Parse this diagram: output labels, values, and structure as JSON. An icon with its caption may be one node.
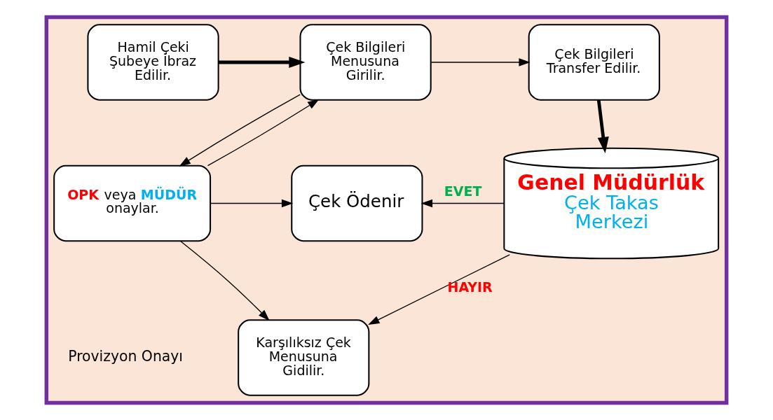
{
  "diagram": {
    "nodes": [
      {
        "text": [],
        "shape": "box"
      },
      {
        "text": [
          "Hamil Çeki Şubeye İbraz Edilir."
        ],
        "in": 0
      },
      {
        "text": [
          "Çek Bilgileri Menusuna Girilir."
        ],
        "in": 0
      },
      {
        "text": [
          "Çek Bilgileri Transfer Edilir."
        ],
        "in": 0
      },
      {
        "text": [
          "Çek Ödenir"
        ],
        "in": 0
      },
      {
        "text": [
          "**OPK** veya **MÜDÜR** onaylar."
        ],
        "in": 0
      },
      {
        "text": [
          "Karşılıksız Çek Menusuna Gidilir."
        ],
        "in": 0
      },
      {
        "text": [
          "Genel Müdürlük",
          "Çek Takas Merkezi"
        ],
        "in": 0
      }
    ],
    "edges": [
      {
        "from": 1,
        "to": 2,
        "arrow": "to",
        "style": "thick"
      },
      {
        "from": 2,
        "to": 3,
        "arrow": "to"
      },
      {
        "from": 2,
        "to": 5,
        "arrow": "to"
      },
      {
        "from": 5,
        "to": 2,
        "arrow": "to"
      },
      {
        "from": 3,
        "to": 7,
        "arrow": "to",
        "style": "thick"
      },
      {
        "from": 7,
        "to": 4,
        "arrow": "to",
        "label": "EVET"
      },
      {
        "from": 7,
        "to": 6,
        "arrow": "to",
        "label": "HAYIR"
      },
      {
        "from": 5,
        "to": 4,
        "arrow": "to"
      },
      {
        "from": 5,
        "to": 6,
        "arrow": "to"
      }
    ],
    "labels": [
      "Provizyon Onayı"
    ]
  }
}
